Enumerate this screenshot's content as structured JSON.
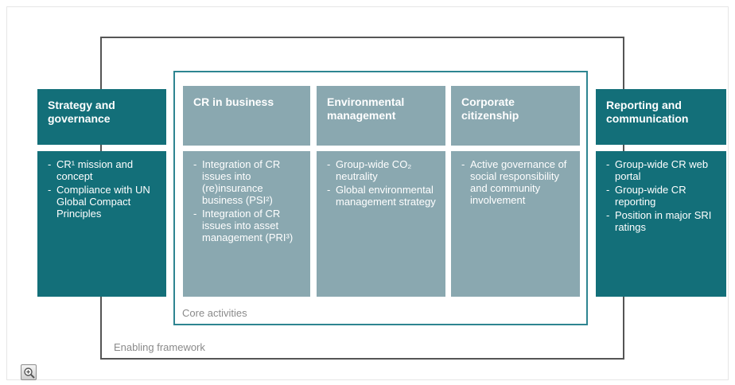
{
  "labels": {
    "enabling": "Enabling framework",
    "core": "Core activities"
  },
  "columns": {
    "strategy": {
      "title": "Strategy and governance",
      "items": [
        "CR¹ mission and concept",
        "Compliance with UN Global Compact Principles"
      ]
    },
    "cr_business": {
      "title": "CR in business",
      "items": [
        "Integration of CR issues into (re)insurance business (PSI²)",
        "Integration of CR issues into asset management (PRI³)"
      ]
    },
    "environmental": {
      "title": "Environmental management",
      "items": [
        "Group-wide CO₂ neutrality",
        "Global environmental management strategy"
      ]
    },
    "citizenship": {
      "title": "Corporate citizenship",
      "items": [
        "Active governance of social responsibility and community involvement"
      ]
    },
    "reporting": {
      "title": "Reporting and communication",
      "items": [
        "Group-wide CR web portal",
        "Group-wide CR  reporting",
        "Position in major SRI ratings"
      ]
    }
  },
  "colors": {
    "dark_teal": "#136f79",
    "gray_teal": "#8aa8b0",
    "core_border": "#2e8591",
    "enabling_border": "#555555"
  },
  "icons": {
    "zoom": "zoom-in-icon"
  }
}
